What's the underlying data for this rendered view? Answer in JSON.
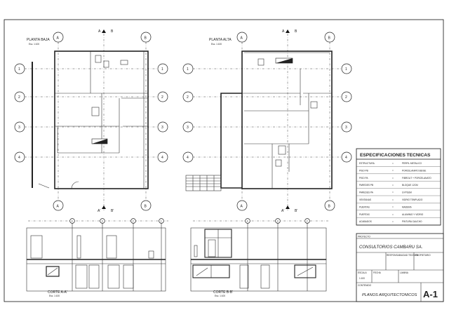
{
  "plans": {
    "ground": {
      "title": "PLANTA BAJA",
      "scale": "Esc. 1:100"
    },
    "upper": {
      "title": "PLANTA ALTA",
      "scale": "Esc. 1:100"
    }
  },
  "axes": {
    "columns": [
      "A",
      "B"
    ],
    "rows": [
      "1",
      "2",
      "3",
      "4"
    ],
    "cut_top": [
      "A",
      "B"
    ],
    "cut_bottom": [
      "A'",
      "B'"
    ]
  },
  "elevations": {
    "section_a": {
      "title": "CORTE A-A'",
      "scale": "Esc. 1:100"
    },
    "section_b": {
      "title": "CORTE B-B'",
      "scale": "Esc. 1:100"
    },
    "axis_marks": [
      "4",
      "3",
      "2",
      "1"
    ]
  },
  "specs": {
    "title": "ESPECIFICACIONES TECNICAS",
    "sep": "=",
    "rows": [
      {
        "label": "ESTRUCTURA",
        "value": "PERFIL METALICO"
      },
      {
        "label": "PISO PB",
        "value": "PORCELANATO BEIGE"
      },
      {
        "label": "PISO PA",
        "value": "FIBROLIT + PORCELANATO"
      },
      {
        "label": "PAREDES PB",
        "value": "BLOQUE 12CM"
      },
      {
        "label": "PAREDES PA",
        "value": "GYPSUM"
      },
      {
        "label": "VENTANAS",
        "value": "VIDRIO TEMPLADO"
      },
      {
        "label": "PUERTAS",
        "value": "MADERA"
      },
      {
        "label": "PUERTAS",
        "value": "ALUMINIO Y VIDRIO"
      },
      {
        "label": "ACABADOS",
        "value": "PINTURA CAUCHO"
      }
    ]
  },
  "title_block": {
    "project_label": "PROYECTO",
    "project_name": "CONSULTORIOS CAMBARU SA.",
    "col_labels": [
      "RESPONSABILIDAD TECNICA",
      "PROPIETARIO"
    ],
    "scale_label": "ESCALA",
    "scale_value": "1:100",
    "date_label": "FECHA",
    "sheet_label": "LAMINA",
    "contents_label": "CONTENIDO",
    "contents": "PLANOS ARQUITECTONICOS",
    "sheet_number": "A-1"
  }
}
